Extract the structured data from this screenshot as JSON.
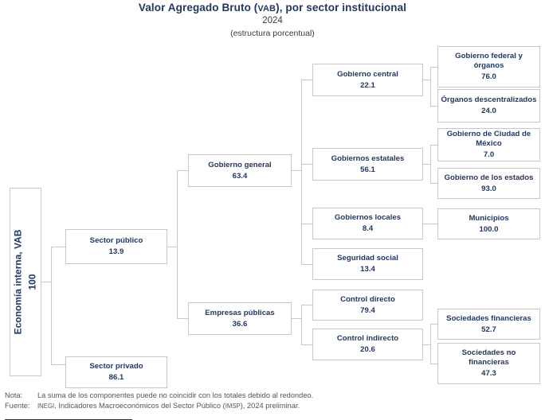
{
  "header": {
    "title_pre": "Valor Agregado Bruto (",
    "title_abbr": "VAB",
    "title_post": "), por sector institucional",
    "subtitle": "2024",
    "subtitle2": "(estructura porcentual)"
  },
  "chart_data": {
    "type": "diagram",
    "title": "Valor Agregado Bruto (VAB), por sector institucional",
    "subtitle": "2024",
    "units": "(estructura porcentual)",
    "nodes": [
      {
        "id": "root",
        "label": "Economía interna, VAB",
        "value": "100",
        "level": 0,
        "parent": null
      },
      {
        "id": "sector-publico",
        "label": "Sector público",
        "value": "13.9",
        "level": 1,
        "parent": "root"
      },
      {
        "id": "sector-privado",
        "label": "Sector privado",
        "value": "86.1",
        "level": 1,
        "parent": "root"
      },
      {
        "id": "gobierno-general",
        "label": "Gobierno general",
        "value": "63.4",
        "level": 2,
        "parent": "sector-publico"
      },
      {
        "id": "empresas-publicas",
        "label": "Empresas públicas",
        "value": "36.6",
        "level": 2,
        "parent": "sector-publico"
      },
      {
        "id": "gobierno-central",
        "label": "Gobierno central",
        "value": "22.1",
        "level": 3,
        "parent": "gobierno-general"
      },
      {
        "id": "gobiernos-estatales",
        "label": "Gobiernos estatales",
        "value": "56.1",
        "level": 3,
        "parent": "gobierno-general"
      },
      {
        "id": "gobiernos-locales",
        "label": "Gobiernos locales",
        "value": "8.4",
        "level": 3,
        "parent": "gobierno-general"
      },
      {
        "id": "seguridad-social",
        "label": "Seguridad social",
        "value": "13.4",
        "level": 3,
        "parent": "gobierno-general"
      },
      {
        "id": "control-directo",
        "label": "Control directo",
        "value": "79.4",
        "level": 3,
        "parent": "empresas-publicas"
      },
      {
        "id": "control-indirecto",
        "label": "Control indirecto",
        "value": "20.6",
        "level": 3,
        "parent": "empresas-publicas"
      },
      {
        "id": "gobierno-federal",
        "label": "Gobierno federal y órganos",
        "value": "76.0",
        "level": 4,
        "parent": "gobierno-central"
      },
      {
        "id": "organos-desc",
        "label": "Órganos descentralizados",
        "value": "24.0",
        "level": 4,
        "parent": "gobierno-central"
      },
      {
        "id": "gob-cdmx",
        "label": "Gobierno de Ciudad de México",
        "value": "7.0",
        "level": 4,
        "parent": "gobiernos-estatales"
      },
      {
        "id": "gob-estados",
        "label": "Gobierno de los estados",
        "value": "93.0",
        "level": 4,
        "parent": "gobiernos-estatales"
      },
      {
        "id": "municipios",
        "label": "Municipios",
        "value": "100.0",
        "level": 4,
        "parent": "gobiernos-locales"
      },
      {
        "id": "soc-financieras",
        "label": "Sociedades financieras",
        "value": "52.7",
        "level": 4,
        "parent": "control-indirecto"
      },
      {
        "id": "soc-no-financieras",
        "label": "Sociedades no financieras",
        "value": "47.3",
        "level": 4,
        "parent": "control-indirecto"
      }
    ]
  },
  "boxes": {
    "root": {
      "label": "Economía interna, VAB",
      "value": "100"
    },
    "sector_publico": {
      "label": "Sector público",
      "value": "13.9"
    },
    "sector_privado": {
      "label": "Sector privado",
      "value": "86.1"
    },
    "gobierno_general": {
      "label": "Gobierno general",
      "value": "63.4"
    },
    "empresas_publicas": {
      "label": "Empresas públicas",
      "value": "36.6"
    },
    "gobierno_central": {
      "label": "Gobierno central",
      "value": "22.1"
    },
    "gobiernos_estatales": {
      "label": "Gobiernos estatales",
      "value": "56.1"
    },
    "gobiernos_locales": {
      "label": "Gobiernos locales",
      "value": "8.4"
    },
    "seguridad_social": {
      "label": "Seguridad social",
      "value": "13.4"
    },
    "control_directo": {
      "label": "Control directo",
      "value": "79.4"
    },
    "control_indirecto": {
      "label": "Control indirecto",
      "value": "20.6"
    },
    "gobierno_federal": {
      "label": "Gobierno federal y órganos",
      "value": "76.0"
    },
    "organos_desc": {
      "label": "Órganos descentralizados",
      "value": "24.0"
    },
    "gob_cdmx": {
      "label": "Gobierno de Ciudad de México",
      "value": "7.0"
    },
    "gob_estados": {
      "label": "Gobierno de los estados",
      "value": "93.0"
    },
    "municipios": {
      "label": "Municipios",
      "value": "100.0"
    },
    "soc_financieras": {
      "label": "Sociedades financieras",
      "value": "52.7"
    },
    "soc_no_financieras": {
      "label": "Sociedades no financieras",
      "value": "47.3"
    }
  },
  "footer": {
    "nota_key": "Nota:",
    "nota_text": "La suma de los componentes puede no coincidir con los totales debido al redondeo.",
    "fuente_key": "Fuente:",
    "fuente_abbr1": "INEGI",
    "fuente_text_mid": ". Indicadores Macroeconómicos del Sector Público (",
    "fuente_abbr2": "IMSP",
    "fuente_text_end": "), 2024 preliminar."
  },
  "colors": {
    "text_navy": "#1F3864",
    "border_gray": "#c8c8c8",
    "footer_gray": "#555555"
  }
}
